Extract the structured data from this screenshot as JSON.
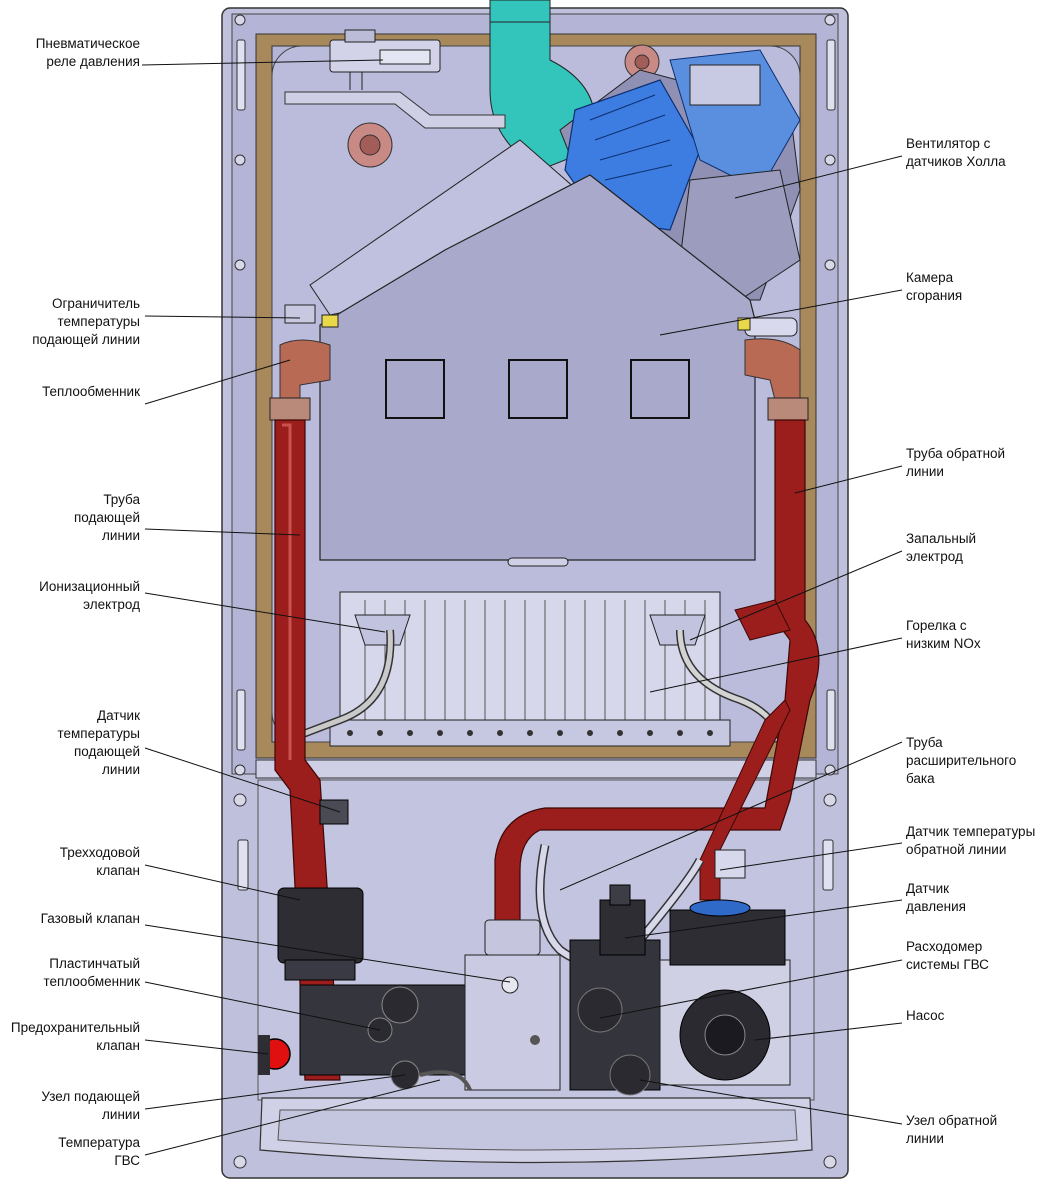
{
  "labels_left": [
    {
      "id": "pneumatic-relay",
      "lines": [
        "Пневматическое",
        "реле давления"
      ]
    },
    {
      "id": "flow-temp-limiter",
      "lines": [
        "Ограничитель",
        "температуры",
        "подающей линии"
      ]
    },
    {
      "id": "heat-exchanger",
      "lines": [
        "Теплообменник"
      ]
    },
    {
      "id": "flow-pipe",
      "lines": [
        "Труба",
        "подающей",
        "линии"
      ]
    },
    {
      "id": "ionization-electrode",
      "lines": [
        "Ионизационный",
        "электрод"
      ]
    },
    {
      "id": "flow-temp-sensor",
      "lines": [
        "Датчик",
        "температуры",
        "подающей",
        "линии"
      ]
    },
    {
      "id": "three-way-valve",
      "lines": [
        "Трехходовой",
        "клапан"
      ]
    },
    {
      "id": "gas-valve",
      "lines": [
        "Газовый клапан"
      ]
    },
    {
      "id": "plate-heat-exchanger",
      "lines": [
        "Пластинчатый",
        "теплообменник"
      ]
    },
    {
      "id": "safety-valve",
      "lines": [
        "Предохранительный",
        "клапан"
      ]
    },
    {
      "id": "flow-assembly",
      "lines": [
        "Узел подающей",
        "линии"
      ]
    },
    {
      "id": "dhw-temp",
      "lines": [
        "Температура",
        "ГВС"
      ]
    }
  ],
  "labels_right": [
    {
      "id": "fan-hall",
      "lines": [
        "Вентилятор с",
        "датчиков Холла"
      ]
    },
    {
      "id": "combustion-chamber",
      "lines": [
        "Камера",
        "сгорания"
      ]
    },
    {
      "id": "return-pipe",
      "lines": [
        "Труба обратной",
        "линии"
      ]
    },
    {
      "id": "ignition-electrode",
      "lines": [
        "Запальный",
        "электрод"
      ]
    },
    {
      "id": "low-nox-burner",
      "lines": [
        "Горелка с",
        "низким NOx"
      ]
    },
    {
      "id": "expansion-pipe",
      "lines": [
        "Труба",
        "расширительного",
        "бака"
      ]
    },
    {
      "id": "return-temp-sensor",
      "lines": [
        "Датчик температуры",
        "обратной линии"
      ]
    },
    {
      "id": "pressure-sensor",
      "lines": [
        "Датчик",
        "давления"
      ]
    },
    {
      "id": "dhw-flowmeter",
      "lines": [
        "Расходомер",
        "системы ГВС"
      ]
    },
    {
      "id": "pump",
      "lines": [
        "Насос"
      ]
    },
    {
      "id": "return-assembly",
      "lines": [
        "Узел обратной",
        "линии"
      ]
    }
  ],
  "colors": {
    "casing": "#b9bad8",
    "casing_dark": "#8d8eb5",
    "chamber": "#a9aacb",
    "copper_pipe": "#9b1e1c",
    "copper_fitting": "#b86a55",
    "fan_blue": "#3d7ce0",
    "flue_teal": "#33c4bb",
    "insulation": "#a8895c",
    "component_dark": "#2d2d33",
    "safety_red": "#e01010"
  }
}
